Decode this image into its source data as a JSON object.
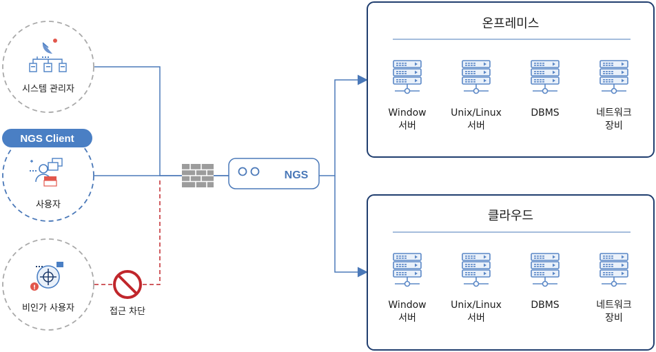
{
  "actors": {
    "admin": {
      "label": "시스템 관리자"
    },
    "user": {
      "label": "사용자",
      "badge": "NGS Client"
    },
    "unauthorized": {
      "label": "비인가 사용자",
      "blocked_label": "접근 차단"
    }
  },
  "gateway": {
    "label": "NGS"
  },
  "onprem": {
    "title": "온프레미스",
    "servers": [
      {
        "line1": "Window",
        "line2": "서버"
      },
      {
        "line1": "Unix/Linux",
        "line2": "서버"
      },
      {
        "line1": "DBMS",
        "line2": ""
      },
      {
        "line1": "네트워크",
        "line2": "장비"
      }
    ]
  },
  "cloud": {
    "title": "클라우드",
    "servers": [
      {
        "line1": "Window",
        "line2": "서버"
      },
      {
        "line1": "Unix/Linux",
        "line2": "서버"
      },
      {
        "line1": "DBMS",
        "line2": ""
      },
      {
        "line1": "네트워크",
        "line2": "장비"
      }
    ]
  },
  "colors": {
    "navy": "#1f3d6e",
    "line": "#4a78b8",
    "accent": "#4a7fc4",
    "blocked": "#c0262b",
    "dashed_gray": "#a9a9a9"
  }
}
